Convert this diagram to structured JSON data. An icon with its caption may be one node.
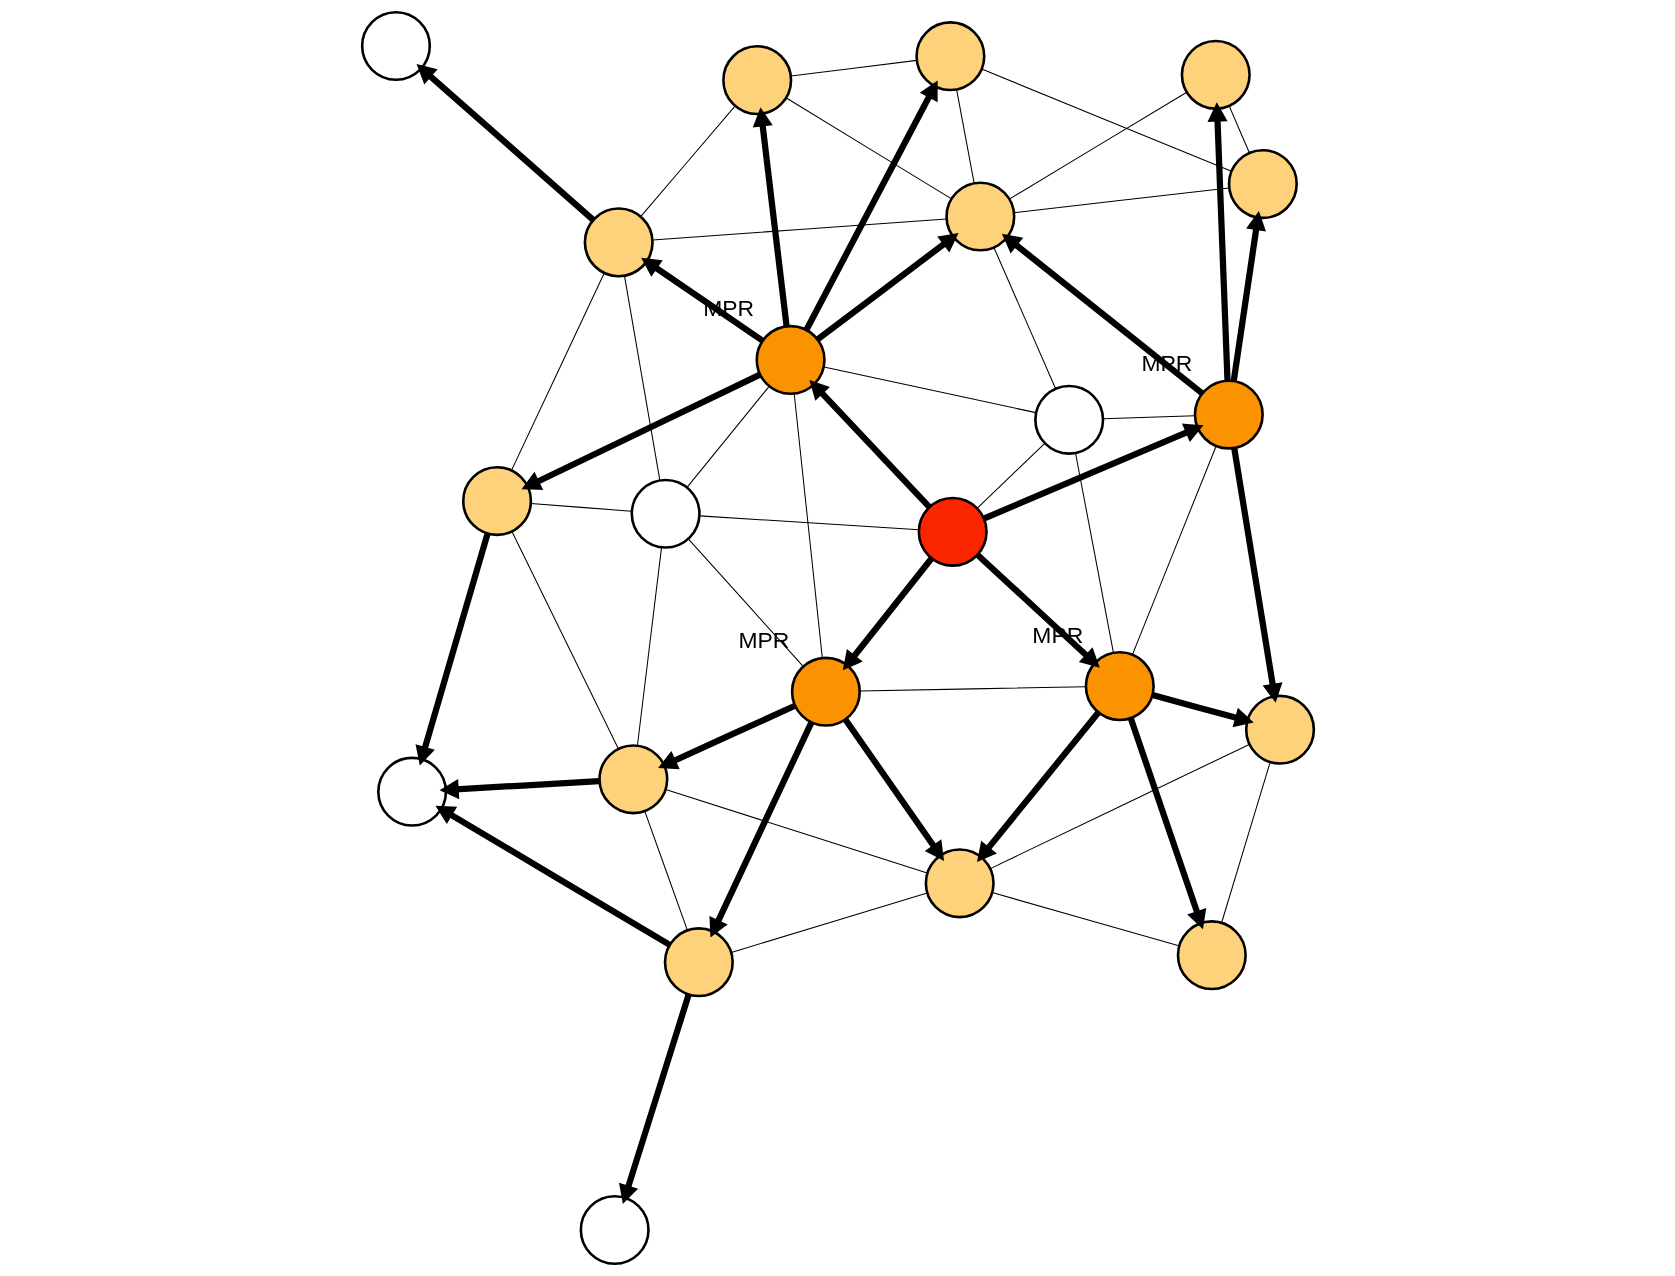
{
  "diagram": {
    "nodes": [
      {
        "text": [],
        "shape": "circle"
      },
      {
        "text": [],
        "shape": "circle"
      },
      {
        "text": [],
        "shape": "circle",
        "beside": [
          "MPR"
        ]
      },
      {
        "text": [],
        "shape": "circle"
      },
      {
        "text": [],
        "shape": "circle",
        "beside": [
          "MPR"
        ]
      },
      {
        "text": [],
        "shape": "circle"
      },
      {
        "text": [],
        "shape": "circle"
      },
      {
        "text": [],
        "shape": "circle"
      },
      {
        "text": [],
        "shape": "circle"
      },
      {
        "text": [],
        "shape": "circle"
      },
      {
        "text": [],
        "shape": "circle"
      },
      {
        "text": [],
        "shape": "circle",
        "beside": [
          "MPR"
        ]
      },
      {
        "text": [],
        "shape": "circle",
        "beside": [
          "MPR"
        ]
      },
      {
        "text": [],
        "shape": "circle"
      },
      {
        "text": [],
        "shape": "circle"
      },
      {
        "text": [],
        "shape": "circle"
      },
      {
        "text": [],
        "shape": "circle"
      },
      {
        "text": [],
        "shape": "circle"
      },
      {
        "text": [],
        "shape": "circle"
      },
      {
        "text": [],
        "shape": "circle"
      },
      {
        "text": [],
        "shape": "circle"
      },
      {
        "text": [],
        "shape": "circle"
      }
    ],
    "edges": [
      {
        "from": 2,
        "to": 0,
        "arrow": "to",
        "style": "thick"
      },
      {
        "from": 2,
        "to": 1,
        "arrow": "to",
        "style": "thick"
      },
      {
        "from": 2,
        "to": 3,
        "arrow": "to",
        "style": "thick"
      },
      {
        "from": 2,
        "to": 5,
        "arrow": "to",
        "style": "thick"
      },
      {
        "from": 8,
        "to": 2,
        "arrow": "to",
        "style": "thick"
      },
      {
        "from": 4,
        "to": 1,
        "arrow": "to",
        "style": "thick"
      },
      {
        "from": 4,
        "to": 7,
        "arrow": "to",
        "style": "thick"
      },
      {
        "from": 4,
        "to": 10,
        "arrow": "to",
        "style": "thick"
      },
      {
        "from": 8,
        "to": 4,
        "arrow": "to",
        "style": "thick"
      },
      {
        "from": 8,
        "to": 11,
        "arrow": "to",
        "style": "thick"
      },
      {
        "from": 8,
        "to": 12,
        "arrow": "to",
        "style": "thick"
      },
      {
        "from": 12,
        "to": 5,
        "arrow": "to",
        "style": "thick"
      },
      {
        "from": 12,
        "to": 9,
        "arrow": "to",
        "style": "thick"
      },
      {
        "from": 12,
        "to": 13,
        "arrow": "to",
        "style": "thick"
      },
      {
        "from": 12,
        "to": 18,
        "arrow": "to",
        "style": "thick"
      },
      {
        "from": 12,
        "to": 19,
        "arrow": "to",
        "style": "thick"
      },
      {
        "from": 11,
        "to": 10,
        "arrow": "to",
        "style": "thick"
      },
      {
        "from": 11,
        "to": 15,
        "arrow": "to",
        "style": "thick"
      },
      {
        "from": 11,
        "to": 17,
        "arrow": "to",
        "style": "thick"
      },
      {
        "from": 17,
        "to": 16,
        "arrow": "to",
        "style": "thick"
      },
      {
        "from": 17,
        "to": 21,
        "arrow": "to",
        "style": "thick"
      },
      {
        "from": 15,
        "to": 21,
        "arrow": "to",
        "style": "thick"
      },
      {
        "from": 19,
        "to": 21,
        "arrow": "to",
        "style": "thick"
      },
      {
        "from": 18,
        "to": 20,
        "arrow": "to",
        "style": "thick"
      },
      {
        "from": 0,
        "to": 3,
        "arrow": "none"
      },
      {
        "from": 0,
        "to": 5,
        "arrow": "none"
      },
      {
        "from": 3,
        "to": 5,
        "arrow": "none"
      },
      {
        "from": 3,
        "to": 9,
        "arrow": "none"
      },
      {
        "from": 9,
        "to": 5,
        "arrow": "none"
      },
      {
        "from": 9,
        "to": 13,
        "arrow": "none"
      },
      {
        "from": 5,
        "to": 13,
        "arrow": "none"
      },
      {
        "from": 5,
        "to": 18,
        "arrow": "none"
      },
      {
        "from": 5,
        "to": 6,
        "arrow": "none"
      },
      {
        "from": 2,
        "to": 6,
        "arrow": "none"
      },
      {
        "from": 2,
        "to": 4,
        "arrow": "none"
      },
      {
        "from": 6,
        "to": 4,
        "arrow": "none"
      },
      {
        "from": 6,
        "to": 8,
        "arrow": "none"
      },
      {
        "from": 6,
        "to": 12,
        "arrow": "none"
      },
      {
        "from": 1,
        "to": 10,
        "arrow": "none"
      },
      {
        "from": 1,
        "to": 7,
        "arrow": "none"
      },
      {
        "from": 7,
        "to": 10,
        "arrow": "none"
      },
      {
        "from": 4,
        "to": 11,
        "arrow": "none"
      },
      {
        "from": 8,
        "to": 14,
        "arrow": "none"
      },
      {
        "from": 12,
        "to": 11,
        "arrow": "none"
      },
      {
        "from": 12,
        "to": 14,
        "arrow": "none"
      },
      {
        "from": 11,
        "to": 14,
        "arrow": "none"
      },
      {
        "from": 14,
        "to": 18,
        "arrow": "none"
      },
      {
        "from": 14,
        "to": 19,
        "arrow": "none"
      },
      {
        "from": 14,
        "to": 15,
        "arrow": "none"
      },
      {
        "from": 10,
        "to": 15,
        "arrow": "none"
      },
      {
        "from": 10,
        "to": 17,
        "arrow": "none"
      },
      {
        "from": 15,
        "to": 17,
        "arrow": "none"
      },
      {
        "from": 15,
        "to": 19,
        "arrow": "none"
      },
      {
        "from": 18,
        "to": 19,
        "arrow": "none"
      },
      {
        "from": 13,
        "to": 18,
        "arrow": "none"
      }
    ]
  }
}
